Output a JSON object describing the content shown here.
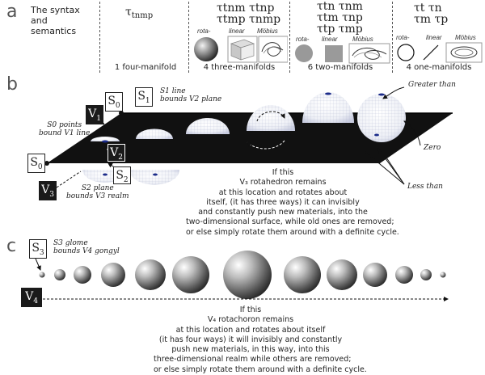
{
  "panels": {
    "a": "a",
    "b": "b",
    "c": "c"
  },
  "panel_a": {
    "title_lines": [
      "The syntax",
      "and semantics"
    ],
    "columns": [
      {
        "tau": [
          "τ",
          "tnmp"
        ],
        "caption": "1 four-manifold"
      },
      {
        "tau_lines": [
          "τtnm  τtnp",
          "τtmp  τnmp"
        ],
        "thumbs": [
          "rota-",
          "linear",
          "Möbius"
        ],
        "caption": "4 three-manifolds"
      },
      {
        "tau_lines": [
          "τtn   τnm",
          "τtm   τnp",
          "τtp   τmp"
        ],
        "thumbs": [
          "rota-",
          "linear",
          "Möbius"
        ],
        "caption": "6 two-manifolds"
      },
      {
        "tau_lines": [
          "τt    τn",
          "τm    τp"
        ],
        "thumbs": [
          "rota-",
          "linear",
          "Möbius"
        ],
        "caption": "4 one-manifolds"
      }
    ]
  },
  "panel_b": {
    "labels": {
      "s0_top": "S",
      "s0_top_sub": "0",
      "s1": "S",
      "s1_sub": "1",
      "v1": "V",
      "v1_sub": "1",
      "v2": "V",
      "v2_sub": "2",
      "s2": "S",
      "s2_sub": "2",
      "s0_left": "S",
      "s0_left_sub": "0",
      "v3": "V",
      "v3_sub": "3"
    },
    "annotations": {
      "s1_line": [
        "S1 line",
        "bounds V2 plane"
      ],
      "s0_points": [
        "S0 points",
        "bound V1 line"
      ],
      "s2_plane": [
        "S2 plane",
        "bounds V3 realm"
      ],
      "greater": "Greater than",
      "zero": "Zero",
      "less": "Less than"
    },
    "text": [
      "If this",
      "V₃ rotahedron remains",
      "at this location and rotates about",
      "itself, (it has three ways) it can invisibly",
      "and constantly push new materials, into the",
      "two-dimensional surface, while old ones are removed;",
      "or else simply rotate them around with a definite cycle."
    ]
  },
  "panel_c": {
    "labels": {
      "s3": "S",
      "s3_sub": "3",
      "v4": "V",
      "v4_sub": "4"
    },
    "annotation": [
      "S3 glome",
      "bounds V4 gongyl"
    ],
    "text": [
      "If this",
      "V₄ rotachoron remains",
      "at this location and rotates about itself",
      "(it has four ways) it will invisibly and constantly",
      "push new materials, in this way,  into this",
      "three-dimensional realm while others are removed;",
      "or else simply rotate them around with a definite cycle."
    ]
  }
}
